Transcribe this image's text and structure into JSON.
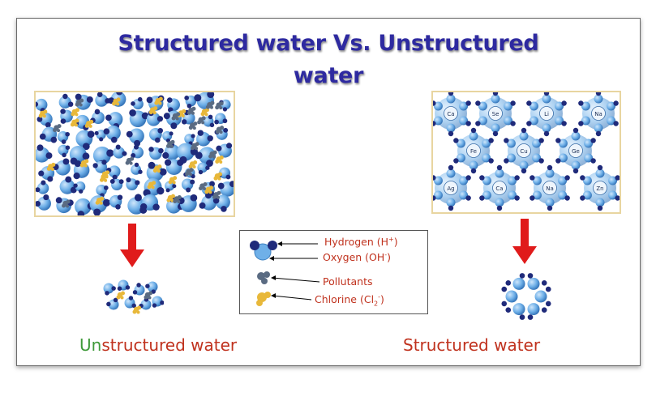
{
  "title": {
    "line1": "Structured water Vs. Unstructured",
    "line2": "water"
  },
  "legend": {
    "hydrogen": {
      "name": "Hydrogen (H",
      "sup": "+",
      "end": ")"
    },
    "oxygen": {
      "name": "Oxygen (OH",
      "sup": "-",
      "end": ")"
    },
    "pollutants": "Pollutants",
    "chlorine": {
      "name": "Chlorine (Cl",
      "sub": "2",
      "sup": "-",
      "end": ")"
    }
  },
  "structured_ions": [
    "Ca",
    "Se",
    "Li",
    "Na",
    "Fe",
    "Cu",
    "Ge",
    "Ag",
    "Ca",
    "Na",
    "Zn"
  ],
  "captions": {
    "unstructured_prefix": "Un",
    "unstructured_rest": "structured water",
    "structured": "Structured water"
  },
  "colors": {
    "title": "#2e2aa0",
    "red_text": "#c0321e",
    "green_text": "#3f9a3a",
    "arrow": "#e01b1b",
    "oxygen": "#6fb0e8",
    "hydrogen": "#1f2a7a",
    "pollutant": "#5a6b82",
    "chlorine": "#e8b83a",
    "panel_border": "#e8d5a0"
  }
}
